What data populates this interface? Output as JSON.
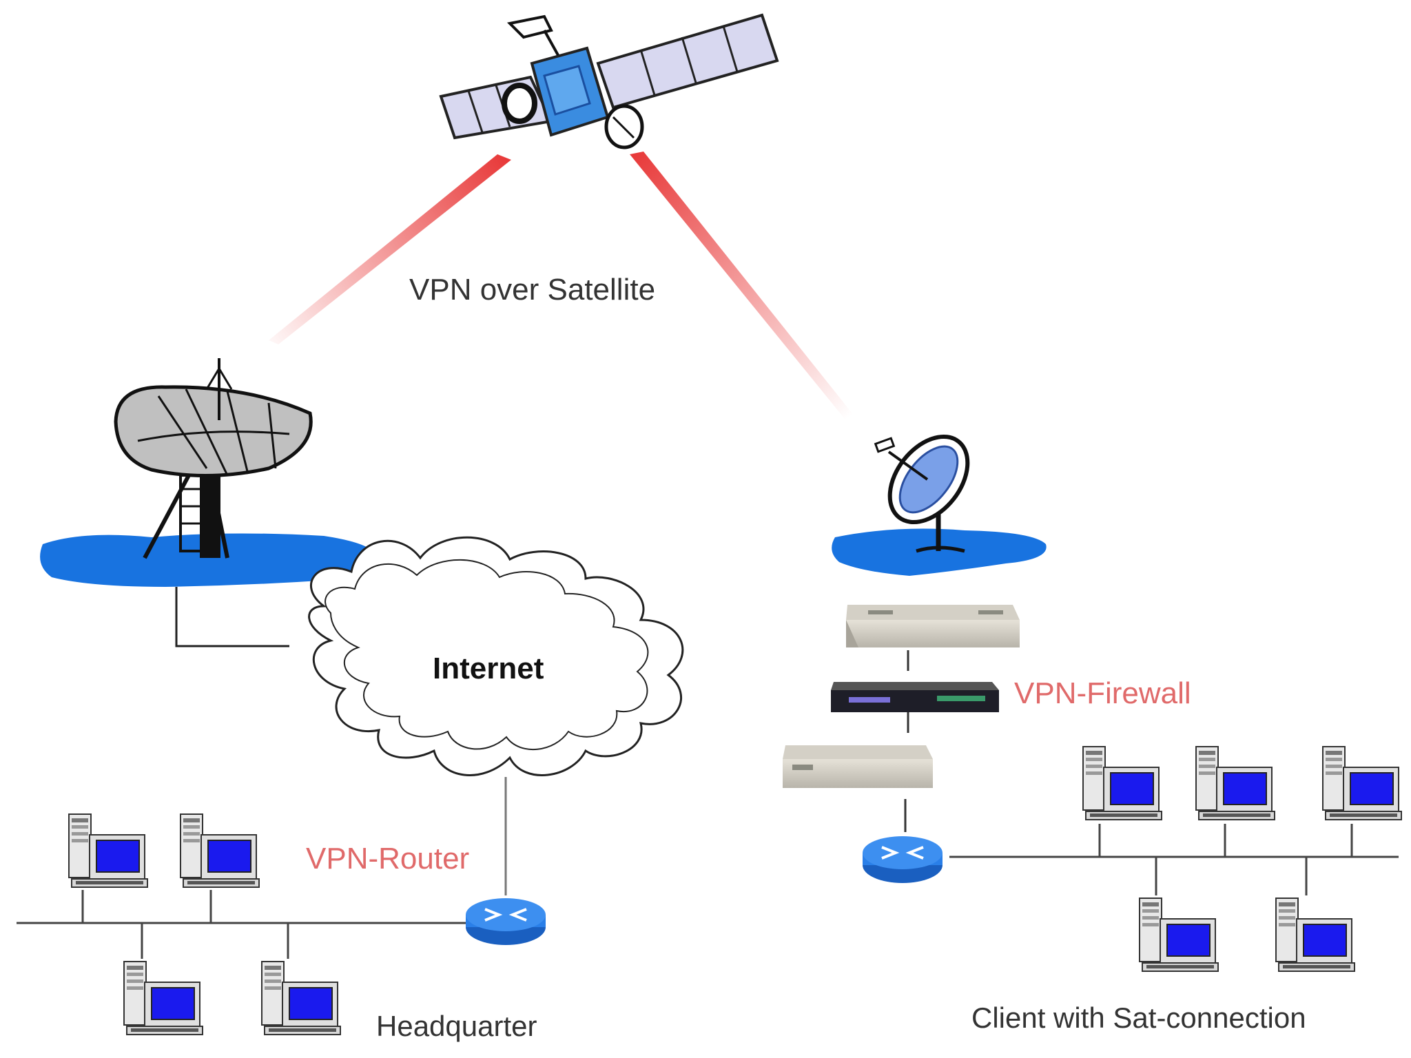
{
  "diagram": {
    "title": "VPN over Satellite",
    "cloud_label": "Internet",
    "router_label": "VPN-Router",
    "firewall_label": "VPN-Firewall",
    "hq_label": "Headquarter",
    "client_label": "Client with Sat-connection"
  },
  "colors": {
    "accent_label": "#e06a6a",
    "beam": "#e83a3a",
    "ground": "#1873e0",
    "router": "#2a7fe8",
    "screen": "#1a1aee",
    "satellite_body": "#3a8ce0",
    "solar_panel": "#d8d8f0"
  }
}
